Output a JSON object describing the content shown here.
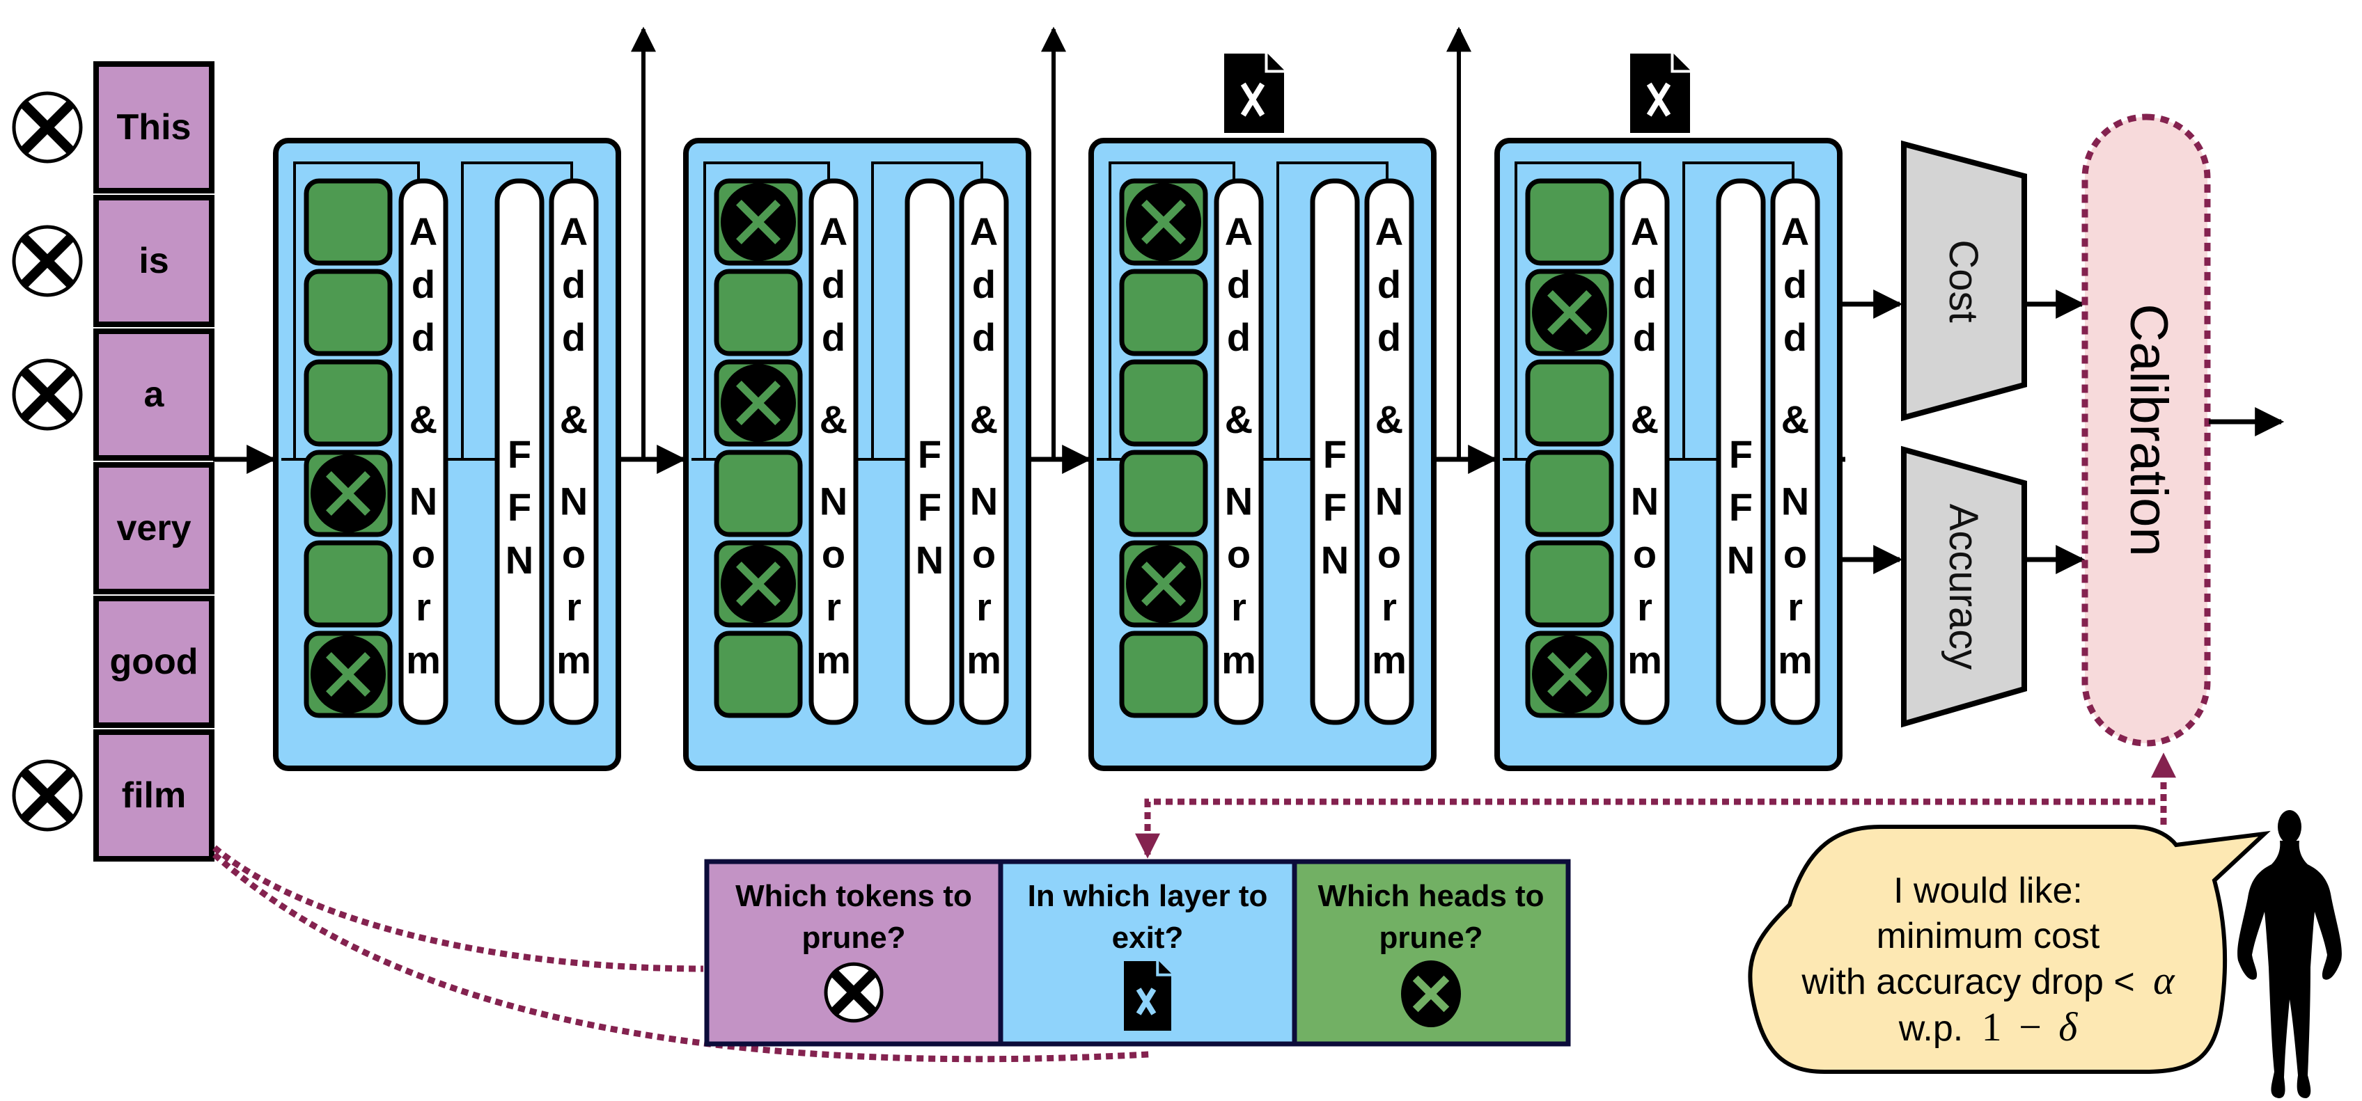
{
  "colors": {
    "token_fill": "#c393c5",
    "layer_fill": "#8fd3fb",
    "head_fill": "#4e9a51",
    "question_green": "#72b064",
    "trap_fill": "#d4d4d4",
    "calibration_fill": "#f7dadb",
    "dotted": "#84224f",
    "bubble_fill": "#fde8b3",
    "ink": "#000000"
  },
  "tokens": [
    {
      "text": "This",
      "pruned": true
    },
    {
      "text": "is",
      "pruned": true
    },
    {
      "text": "a",
      "pruned": true
    },
    {
      "text": "very",
      "pruned": false
    },
    {
      "text": "good",
      "pruned": false
    },
    {
      "text": "film",
      "pruned": true
    }
  ],
  "layers": [
    {
      "name": "layer-1",
      "pruned_heads": [
        4,
        6
      ],
      "exited": false,
      "add_norm_1": "Add & Norm",
      "ffn": "FFN",
      "add_norm_2": "Add & Norm"
    },
    {
      "name": "layer-2",
      "pruned_heads": [
        1,
        3,
        5
      ],
      "exited": false,
      "add_norm_1": "Add & Norm",
      "ffn": "FFN",
      "add_norm_2": "Add & Norm"
    },
    {
      "name": "layer-3",
      "pruned_heads": [
        1,
        5
      ],
      "exited": true,
      "add_norm_1": "Add & Norm",
      "ffn": "FFN",
      "add_norm_2": "Add & Norm"
    },
    {
      "name": "layer-4",
      "pruned_heads": [
        2,
        6
      ],
      "exited": true,
      "add_norm_1": "Add & Norm",
      "ffn": "FFN",
      "add_norm_2": "Add & Norm"
    }
  ],
  "heads_per_layer": 6,
  "predictors": {
    "cost": "Cost",
    "accuracy": "Accuracy"
  },
  "calibration": "Calibration",
  "questions": [
    {
      "line1": "Which tokens to",
      "line2": "prune?",
      "icon": "token-prune-icon"
    },
    {
      "line1": "In which layer to",
      "line2": "exit?",
      "icon": "early-exit-doc-icon"
    },
    {
      "line1": "Which heads to",
      "line2": "prune?",
      "icon": "head-prune-icon"
    }
  ],
  "bubble": {
    "line1": "I would like:",
    "line2": "minimum cost",
    "line3_text": "with accuracy drop <",
    "line3_symbol": "α",
    "line4_text": "w.p.",
    "line4_math_one": "1",
    "line4_math_minus": "−",
    "line4_math_symbol": "δ"
  }
}
